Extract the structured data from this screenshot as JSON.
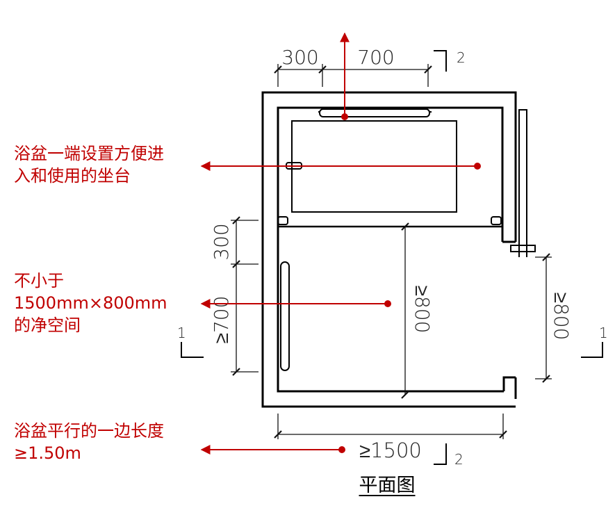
{
  "annotations": {
    "seat": {
      "lines": [
        "浴盆一端设置方便进",
        "入和使用的坐台"
      ]
    },
    "space": {
      "lines": [
        "不小于",
        "1500mm×800mm",
        "的净空间"
      ]
    },
    "length": {
      "lines": [
        "浴盆平行的一边长度",
        "≥1.50m"
      ]
    }
  },
  "dimensions": {
    "top_left": "300",
    "top_right": "700",
    "left_upper": "300",
    "left_lower": "≥700",
    "middle": "≥800",
    "right": "≥800",
    "bottom": "≥1500"
  },
  "section_marks": {
    "section_2_top": "2",
    "section_2_bottom": "2",
    "section_1_left": "1",
    "section_1_right": "1"
  },
  "title": "平面图",
  "colors": {
    "accent": "#c00000",
    "line": "#000000",
    "dimension": "#222222"
  }
}
